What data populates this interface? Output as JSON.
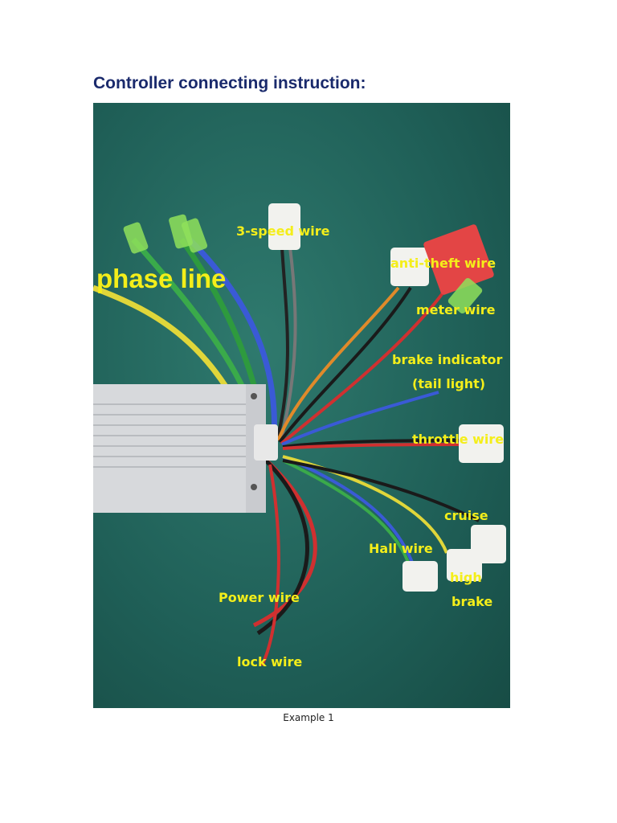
{
  "document": {
    "heading": "Controller connecting instruction:",
    "caption": "Example 1"
  },
  "labels": {
    "phase_line": "phase line",
    "three_speed": "3-speed wire",
    "anti_theft": "anti-theft wire",
    "meter": "meter wire",
    "brake_indicator_1": "brake indicator",
    "brake_indicator_2": "(tail light)",
    "throttle": "throttle wire",
    "cruise": "cruise",
    "hall": "Hall wire",
    "high": "high",
    "brake": "brake",
    "power": "Power wire",
    "lock": "lock wire"
  },
  "colors": {
    "background": "#1f5f57",
    "label": "#f4ee1a",
    "heading": "#1a2a6c"
  }
}
